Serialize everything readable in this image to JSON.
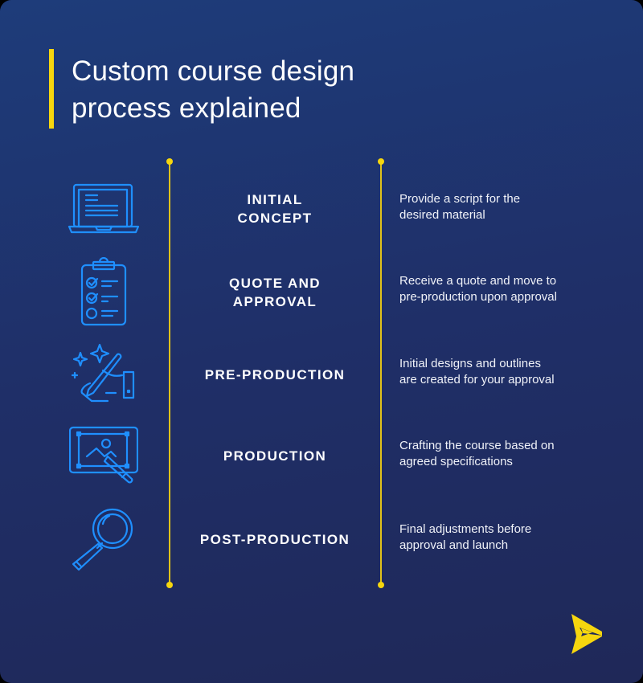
{
  "title": {
    "line1": "Custom course design",
    "line2": "process explained"
  },
  "colors": {
    "background_top": "#1e3c7a",
    "background_bottom": "#1f2858",
    "accent_yellow": "#f6d60e",
    "icon_blue": "#1f8fff",
    "text": "#ffffff"
  },
  "steps": [
    {
      "icon": "laptop-icon",
      "title": "INITIAL CONCEPT",
      "title_lines": [
        "INITIAL",
        "CONCEPT"
      ],
      "desc_lines": [
        "Provide a script for the",
        "desired material"
      ]
    },
    {
      "icon": "clipboard-checklist-icon",
      "title": "QUOTE AND APPROVAL",
      "title_lines": [
        "QUOTE AND",
        "APPROVAL"
      ],
      "desc_lines": [
        "Receive a quote and move to",
        "pre-production upon approval"
      ]
    },
    {
      "icon": "hand-drawing-sparkles-icon",
      "title": "PRE-PRODUCTION",
      "title_lines": [
        "PRE-PRODUCTION"
      ],
      "desc_lines": [
        "Initial designs and outlines",
        "are created for your approval"
      ]
    },
    {
      "icon": "image-editing-tablet-icon",
      "title": "PRODUCTION",
      "title_lines": [
        "PRODUCTION"
      ],
      "desc_lines": [
        "Crafting the course based on",
        "agreed specifications"
      ]
    },
    {
      "icon": "magnifying-glass-icon",
      "title": "POST-PRODUCTION",
      "title_lines": [
        "POST-PRODUCTION"
      ],
      "desc_lines": [
        "Final adjustments before",
        "approval and launch"
      ]
    }
  ],
  "logo": {
    "icon": "arrow-cursor-logo-icon"
  }
}
